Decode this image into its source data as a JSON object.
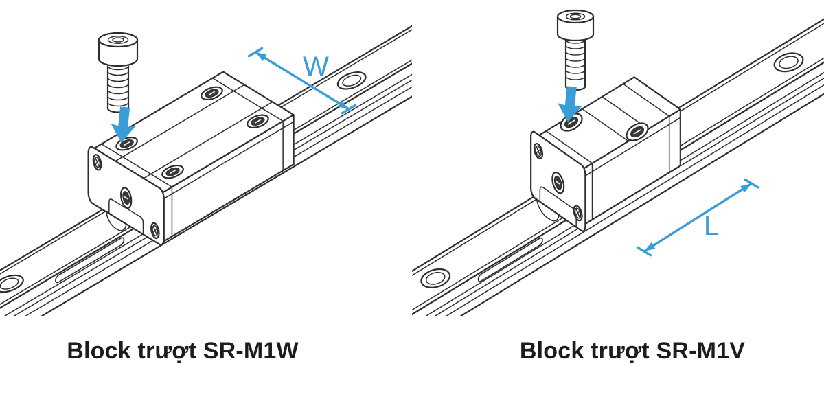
{
  "page": {
    "background": "#ffffff",
    "description": "Two technical line drawings of linear guide slide blocks on rails with blue mounting arrows and dimension labels"
  },
  "colors": {
    "accent_blue": "#3b9dd8",
    "line_dark": "#2e2e2e",
    "caption_text": "#1c1c1c"
  },
  "figures": [
    {
      "id": "sr-m1w",
      "caption": "Block trượt SR-M1W",
      "dimension_label": "W",
      "parts": [
        "linear-rail",
        "slide-block",
        "end-cap",
        "cap-screws",
        "grease-hole",
        "socket-head-screw",
        "insert-direction-arrow",
        "width-dimension-arrow"
      ]
    },
    {
      "id": "sr-m1v",
      "caption": "Block trượt SR-M1V",
      "dimension_label": "L",
      "parts": [
        "linear-rail",
        "slide-block",
        "end-cap",
        "cap-screws",
        "grease-hole",
        "socket-head-screw",
        "insert-direction-arrow",
        "length-dimension-arrow"
      ]
    }
  ],
  "icons": [
    {
      "name": "insert-direction-arrow",
      "glyph": "⬇"
    },
    {
      "name": "dimension-double-arrow",
      "glyph": "↔"
    }
  ]
}
